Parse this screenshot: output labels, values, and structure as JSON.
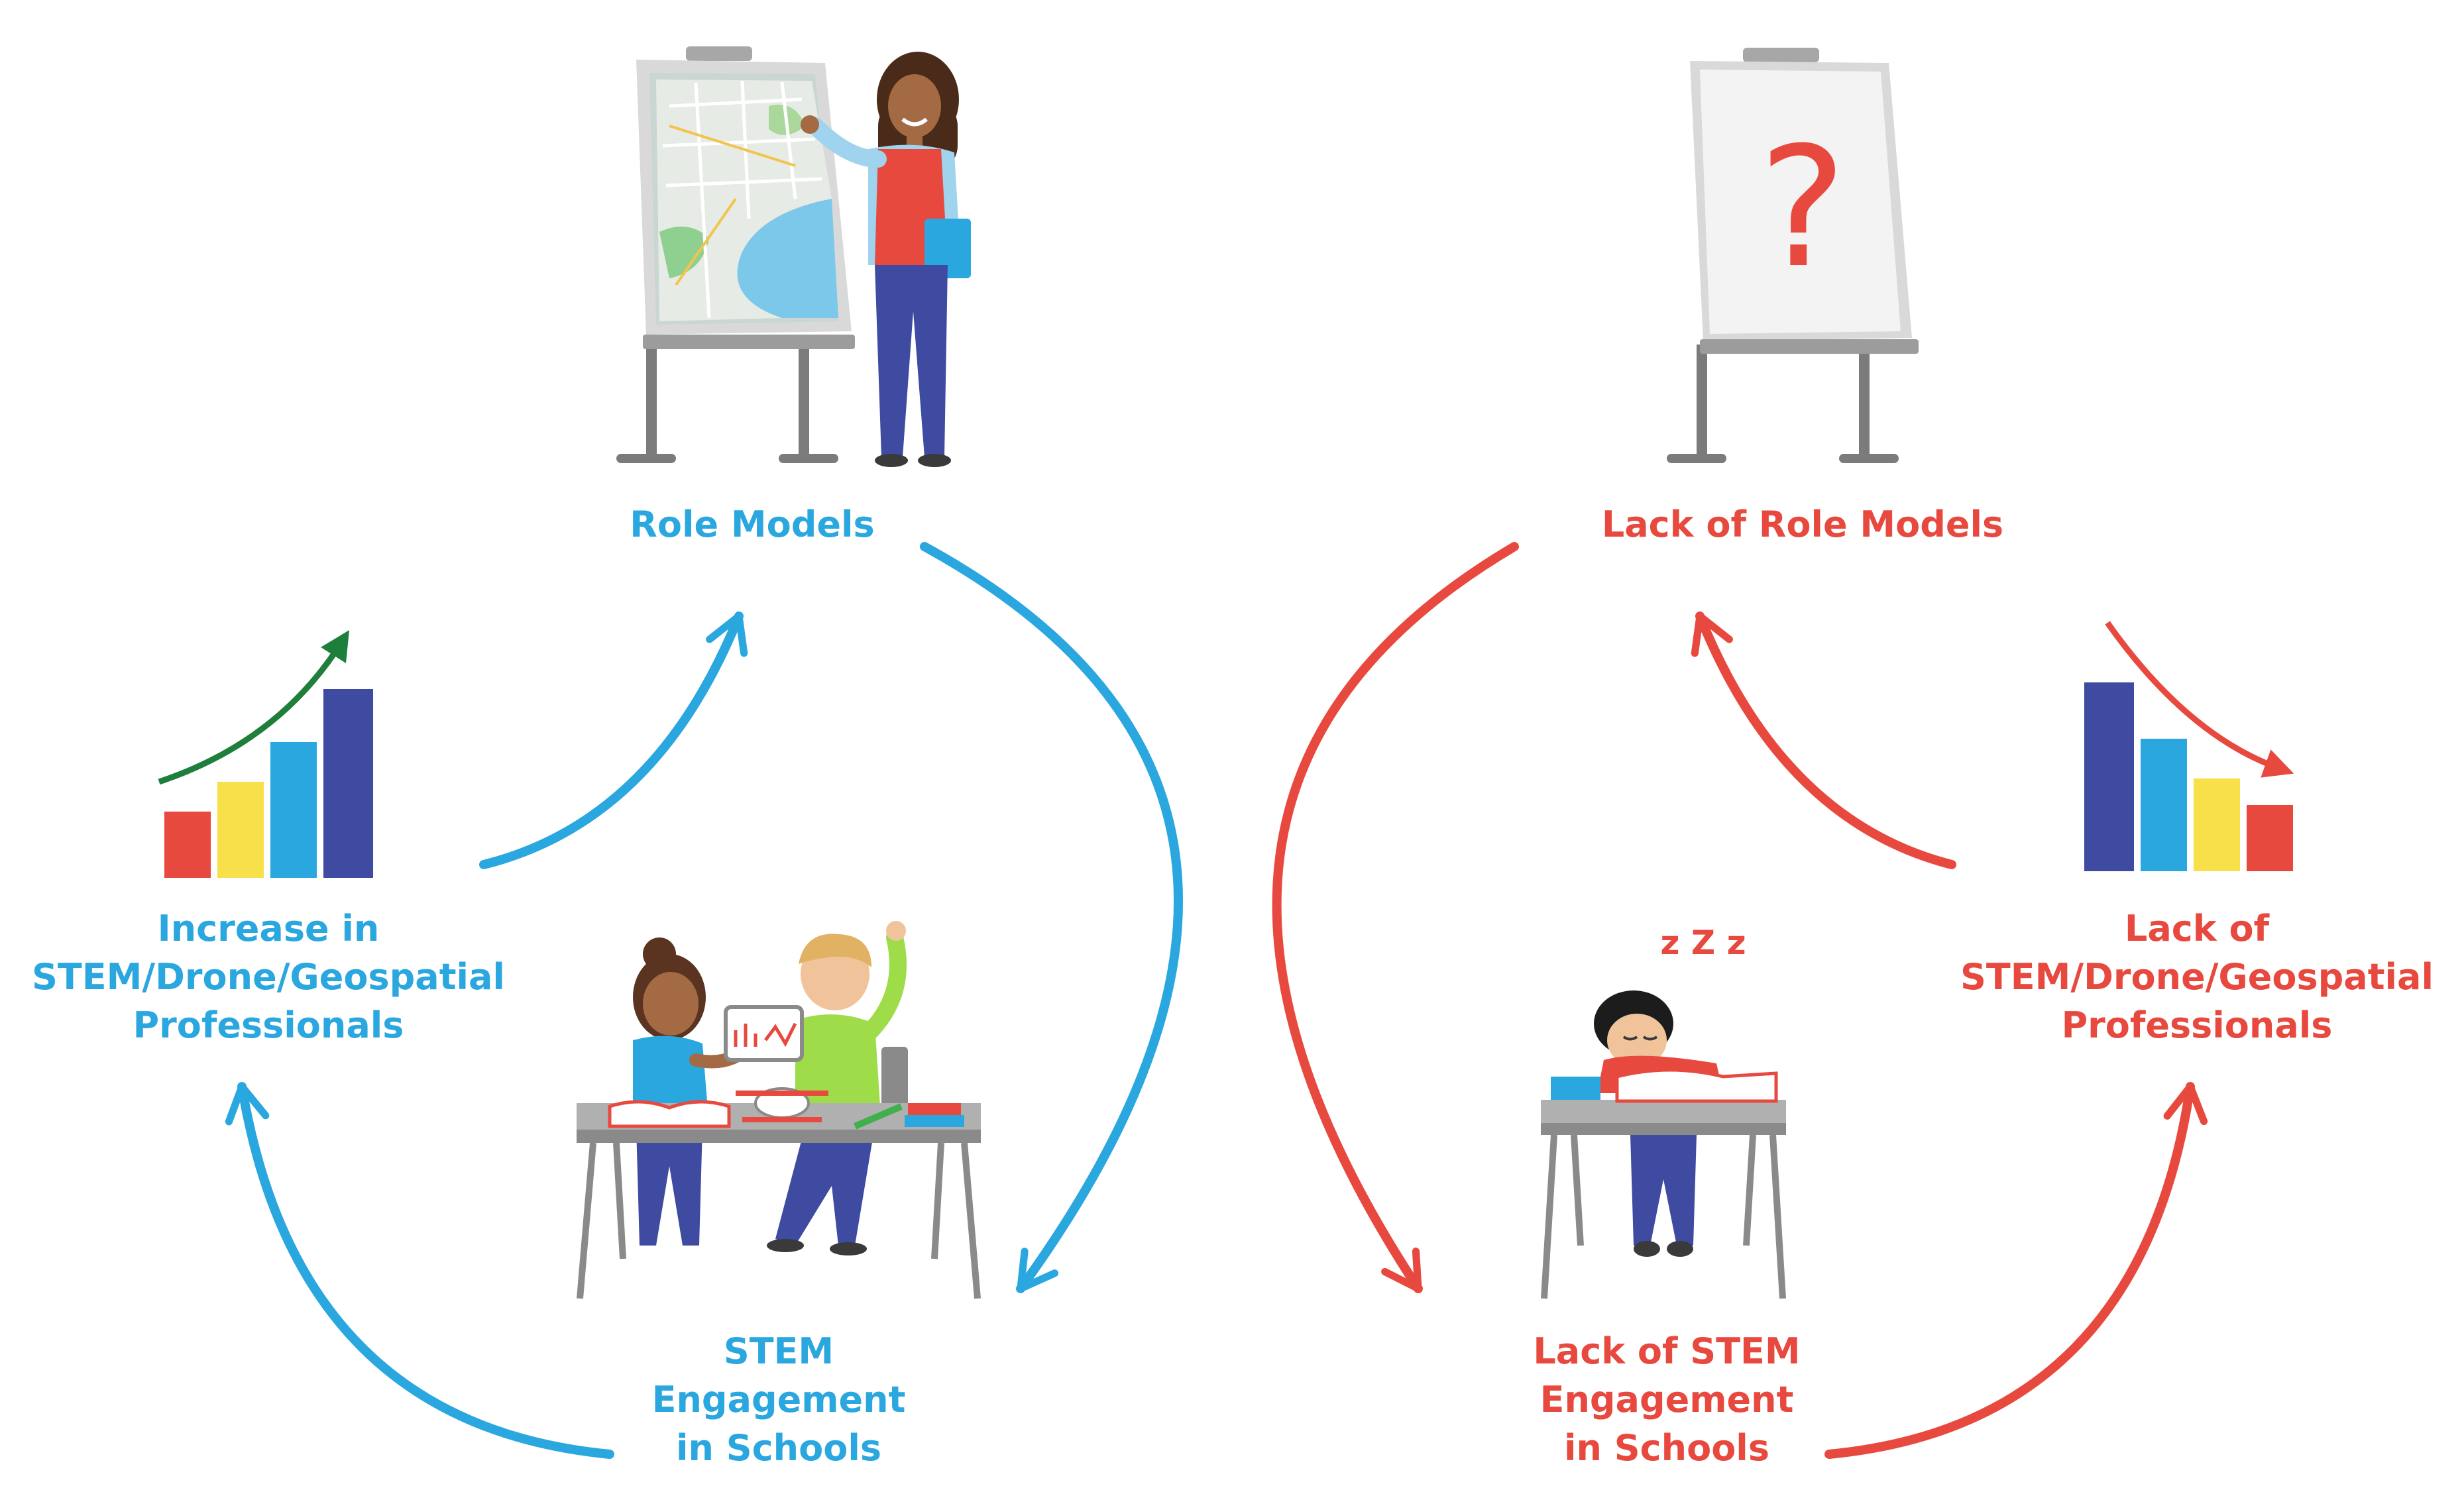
{
  "diagram": {
    "colors": {
      "positive": "#2aa7df",
      "negative": "#e8493f",
      "bar_red": "#e8493f",
      "bar_yellow": "#f7e04a",
      "bar_blue": "#2aa7df",
      "bar_navy": "#3f4aa1",
      "trend_up": "#1e7f3c",
      "question_mark": "#e8493f"
    },
    "positive_cycle": {
      "role_models": "Role Models",
      "professionals": [
        "Increase in",
        "STEM/Drone/Geospatial",
        "Professionals"
      ],
      "engagement": [
        "STEM",
        "Engagement",
        "in Schools"
      ],
      "icons": {
        "teacher": "teacher-at-map-easel-icon",
        "chart": "rising-bar-chart-icon",
        "students": "students-with-drone-at-desk-icon"
      }
    },
    "negative_cycle": {
      "role_models": "Lack of Role Models",
      "professionals": [
        "Lack of",
        "STEM/Drone/Geospatial",
        "Professionals"
      ],
      "engagement": [
        "Lack of STEM",
        "Engagement",
        "in Schools"
      ],
      "question_mark": "?",
      "sleep_text": "z Z z",
      "icons": {
        "easel": "empty-easel-question-icon",
        "chart": "falling-bar-chart-icon",
        "student": "sleeping-student-at-desk-icon"
      }
    }
  }
}
